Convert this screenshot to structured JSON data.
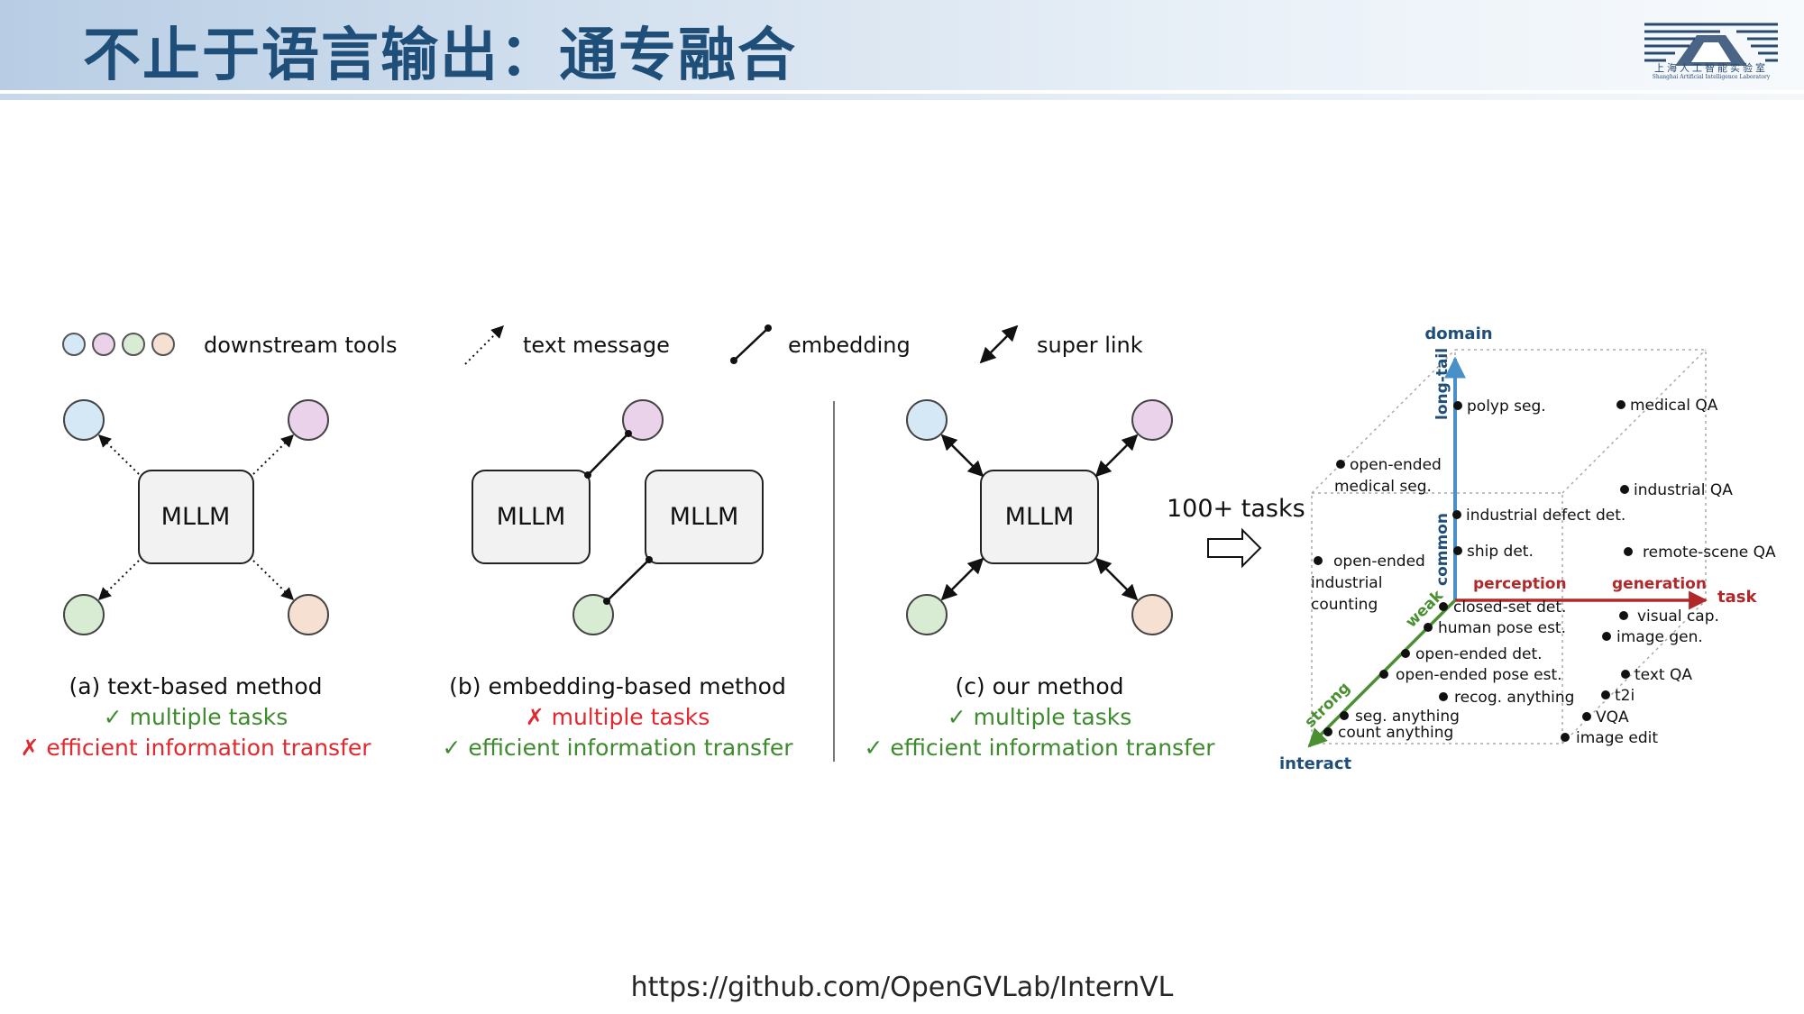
{
  "header": {
    "title": "不止于语言输出：通专融合",
    "logo_cn": "上海人工智能实验室",
    "logo_en": "Shanghai Artificial Intelligence Laboratory"
  },
  "legend": {
    "tools": "downstream tools",
    "text_message": "text message",
    "embedding": "embedding",
    "super_link": "super link"
  },
  "panels": {
    "a": {
      "node": "MLLM",
      "caption": "(a) text-based method",
      "line1": "✓ multiple tasks",
      "line2": "✗ efficient information transfer"
    },
    "b": {
      "node_left": "MLLM",
      "node_right": "MLLM",
      "caption": "(b) embedding-based method",
      "line1": "✗ multiple tasks",
      "line2": "✓ efficient information transfer"
    },
    "c": {
      "node": "MLLM",
      "caption": "(c) our method",
      "line1": "✓ multiple tasks",
      "line2": "✓ efficient information transfer"
    }
  },
  "tasks_label": "100+ tasks",
  "cube": {
    "axis_domain": "domain",
    "axis_task": "task",
    "axis_interact": "interact",
    "long_tail": "long-tail",
    "common": "common",
    "perception": "perception",
    "generation": "generation",
    "weak": "weak",
    "strong": "strong",
    "items": {
      "polyp": "polyp seg.",
      "medical_qa": "medical QA",
      "oe_medical_1": "open-ended",
      "oe_medical_2": "medical seg.",
      "industrial_qa": "industrial QA",
      "industrial_defect": "industrial defect det.",
      "ship": "ship det.",
      "remote_qa": "remote-scene QA",
      "oe_count_1": "open-ended",
      "oe_count_2": "industrial",
      "oe_count_3": "counting",
      "closed_set": "closed-set det.",
      "human_pose": "human pose est.",
      "visual_cap": "visual cap.",
      "image_gen": "image gen.",
      "oe_det": "open-ended det.",
      "oe_pose": "open-ended pose est.",
      "text_qa": "text QA",
      "recog": "recog. anything",
      "t2i": "t2i",
      "seg_any": "seg. anything",
      "vqa": "VQA",
      "count_any": "count anything",
      "image_edit": "image edit"
    }
  },
  "colors": {
    "title": "#1f4e79",
    "tool_blue": "#d4e8f5",
    "tool_purple": "#ead3ea",
    "tool_green": "#d8ecd4",
    "tool_peach": "#f6e0d2",
    "check_green": "#3e8a2e",
    "cross_red": "#e0282e",
    "axis_blue": "#4a90c8",
    "axis_red": "#b0282a",
    "axis_green": "#4a8f32",
    "node_fill": "#f2f2f2"
  },
  "footer": {
    "url": "https://github.com/OpenGVLab/InternVL"
  }
}
